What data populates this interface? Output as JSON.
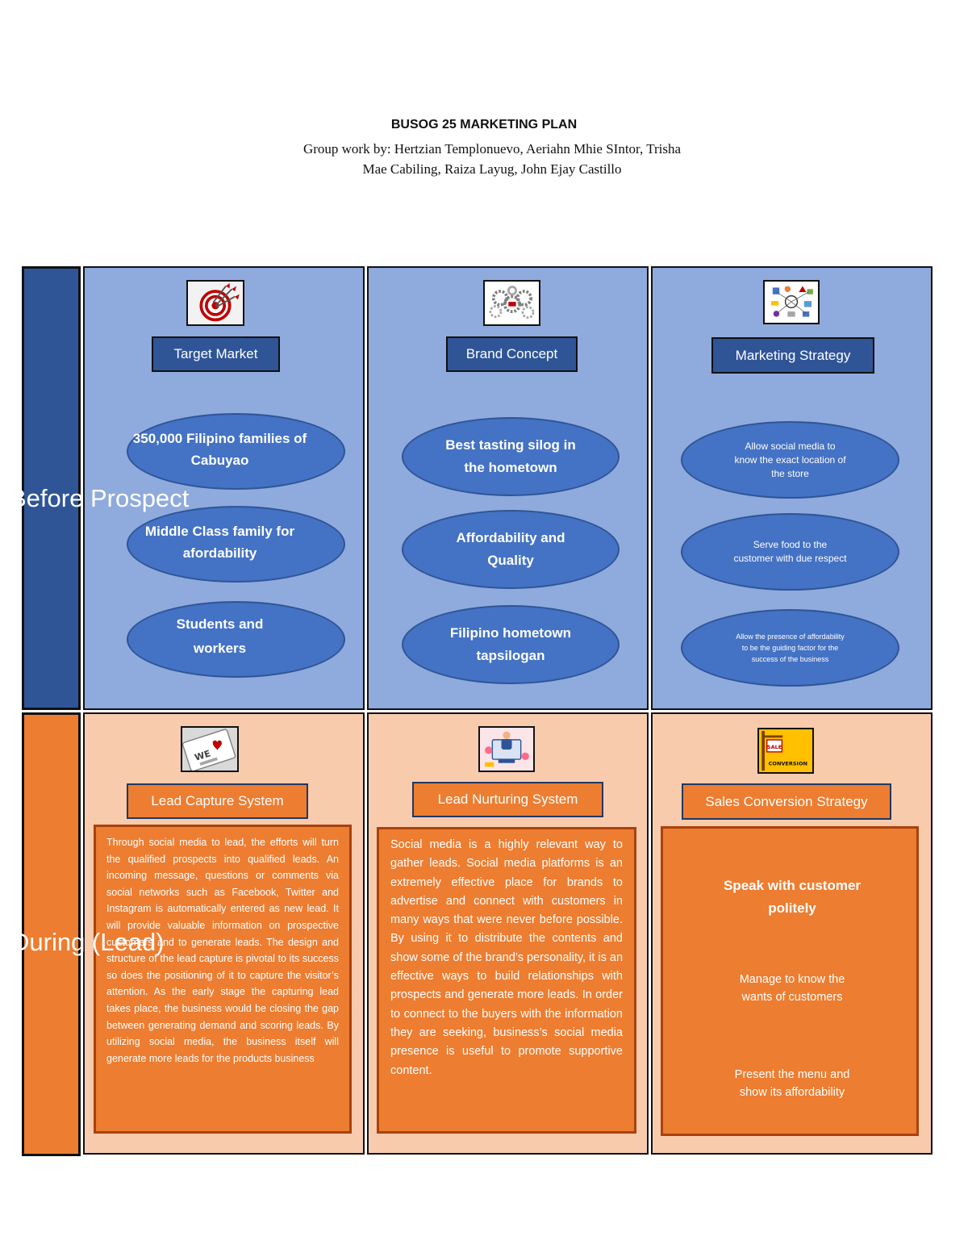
{
  "header": {
    "title": "BUSOG 25 MARKETING PLAN",
    "authors_line1": "Group work by: Hertzian Templonuevo, Aeriahn Mhie SIntor, Trisha",
    "authors_line2": "Mae Cabiling, Raiza Layug, John Ejay Castillo"
  },
  "rows": {
    "prospect_label": "Before Prospect",
    "lead_label": "During (Lead)"
  },
  "target_market": {
    "heading": "Target Market",
    "icon": "target-arrows-icon",
    "items": [
      "350,000 Filipino families of Cabuyao",
      "Middle Class family for afordability",
      "Students and workers"
    ]
  },
  "brand_concept": {
    "heading": "Brand Concept",
    "icon": "gears-icon",
    "items": [
      "Best tasting silog in the hometown",
      "Affordability and Quality",
      "Filipino hometown tapsilogan"
    ]
  },
  "marketing_strategy": {
    "heading": "Marketing Strategy",
    "icon": "marketing-diagram-icon",
    "items": [
      "Allow social media to know the exact location of the store",
      "Serve food to the customer with due respect",
      "Allow the presence of affordability to be the guiding factor for the success of the business"
    ]
  },
  "lead_capture": {
    "heading": "Lead Capture System",
    "icon": "we-love-keyboard-icon",
    "text": "Through social media to lead, the efforts will turn the qualified prospects into qualified leads. An incoming message, questions or comments via social networks such as Facebook, Twitter and Instagram is automatically entered as new lead. It will provide valuable information on prospective customers and to generate leads. The design and structure of the lead capture is pivotal to its success so does the positioning of it to capture the visitor’s attention. As the early stage the capturing lead takes place, the business would be closing the gap between generating demand and scoring leads. By utilizing social media, the business itself will generate more leads for the products business"
  },
  "lead_nurturing": {
    "heading": "Lead Nurturing System",
    "icon": "video-call-icon",
    "text": "Social media is a highly relevant way to gather leads. Social media platforms is an extremely effective place for brands to advertise and connect with customers in many ways that were never before possible. By using it to distribute the contents and show some of the brand’s personality, it is an effective ways to build relationships with prospects and generate more leads. In order to connect to the buyers with the information they are seeking, business’s social media presence is useful to promote supportive content."
  },
  "sales_conversion": {
    "heading": "Sales Conversion Strategy",
    "icon": "sale-conversion-sign-icon",
    "icon_text_top": "SALE",
    "icon_text_bottom": "CONVERSION",
    "items": [
      "Speak with customer politely",
      "Manage to know the wants of customers",
      "Present the menu and show its affordability"
    ]
  }
}
